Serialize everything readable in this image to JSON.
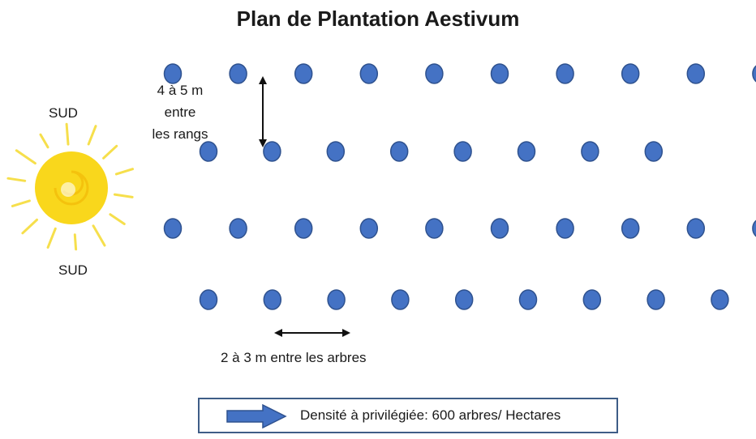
{
  "title": "Plan de Plantation Aestivum",
  "labels": {
    "south_top": "SUD",
    "south_bottom": "SUD",
    "row_spacing": [
      "4 à 5 m",
      "entre",
      "les rangs"
    ],
    "tree_spacing": "2 à 3 m entre les arbres"
  },
  "density_box": {
    "text": "Densité à privilégiée: 600 arbres/ Hectares"
  },
  "colors": {
    "tree": "#4472c4",
    "tree_outline": "#2f528f",
    "sun": "#f9d71c",
    "sun_ray": "#f6df4c",
    "arrow": "#4472c4",
    "box_border": "#3e5d87"
  },
  "icons": {
    "sun": "sun-icon",
    "tree": "tree-dot",
    "arrow": "right-arrow-icon"
  },
  "plantation": {
    "rows": [
      {
        "trees": 10
      },
      {
        "trees": 8
      },
      {
        "trees": 10
      },
      {
        "trees": 9
      }
    ]
  }
}
